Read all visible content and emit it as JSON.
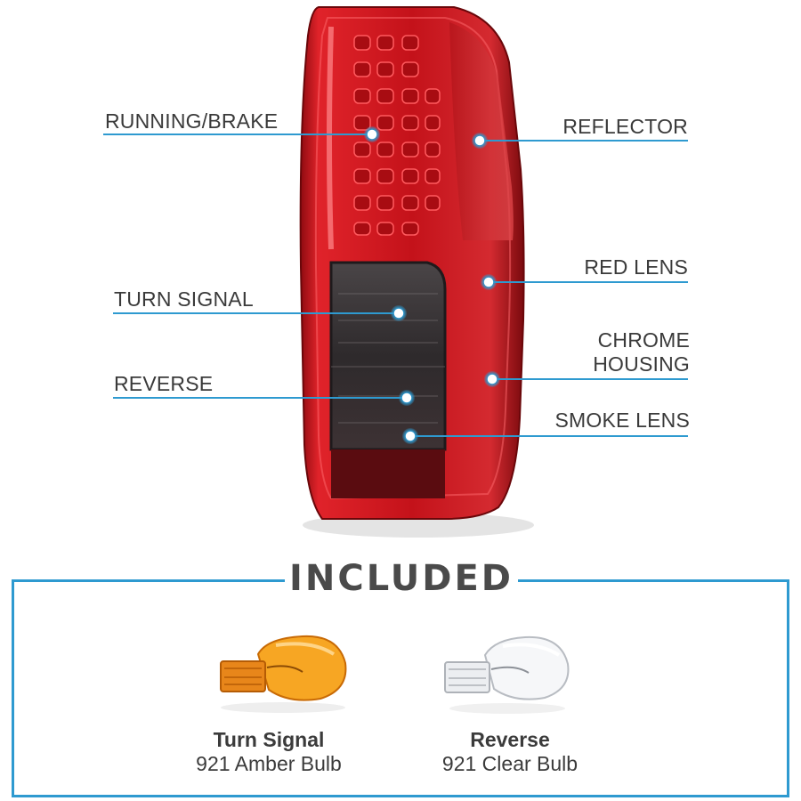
{
  "callouts": {
    "running_brake": "RUNNING/BRAKE",
    "turn_signal": "TURN SIGNAL",
    "reverse": "REVERSE",
    "reflector": "REFLECTOR",
    "red_lens": "RED LENS",
    "chrome_housing_line1": "CHROME",
    "chrome_housing_line2": "HOUSING",
    "smoke_lens": "SMOKE LENS"
  },
  "included": {
    "title": "INCLUDED",
    "items": [
      {
        "name": "Turn Signal",
        "desc": "921 Amber Bulb"
      },
      {
        "name": "Reverse",
        "desc": "921 Clear Bulb"
      }
    ]
  },
  "colors": {
    "accent_line": "#2e9ad0",
    "lamp_red": "#c8141c",
    "smoke": "#3a3436",
    "amber_bulb": "#f39a1e"
  }
}
